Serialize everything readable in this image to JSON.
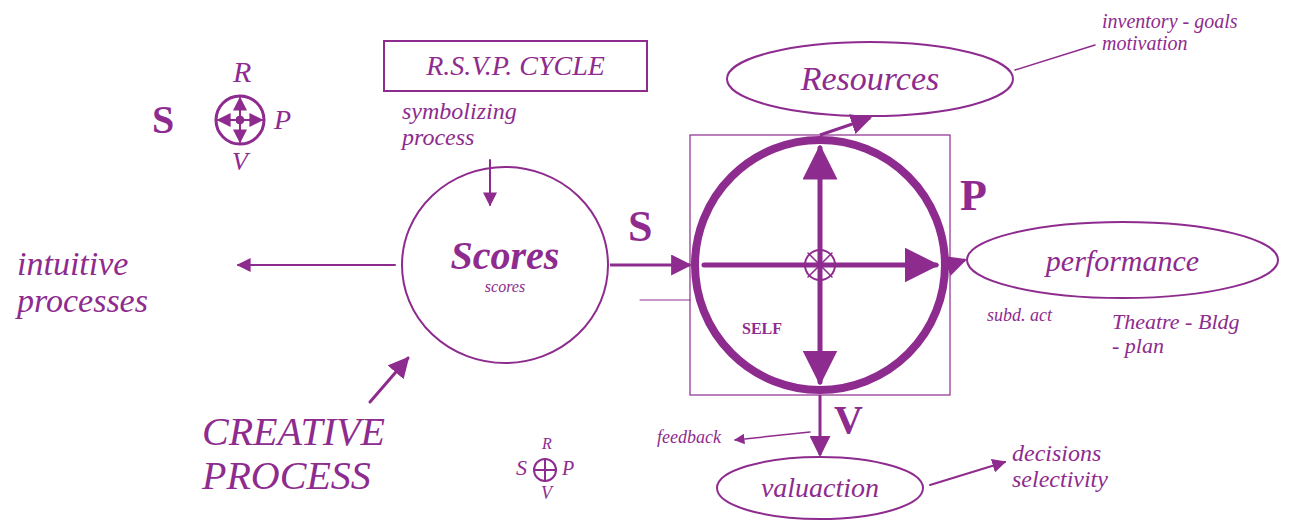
{
  "diagram": {
    "nodes": [
      {
        "text": [
          "R.S.V.P. CYCLE"
        ]
      },
      {
        "text": [
          "Scores",
          "scores"
        ]
      },
      {
        "text": [
          "Resources"
        ]
      },
      {
        "text": [
          "SELF"
        ]
      },
      {
        "text": [
          "performance"
        ]
      },
      {
        "text": [
          "valuaction"
        ]
      }
    ],
    "edges": [
      {
        "from": 1,
        "to": 3,
        "arrow": "to"
      },
      {
        "from": 3,
        "to": 2,
        "arrow": "to"
      },
      {
        "from": 3,
        "to": 4,
        "arrow": "to"
      },
      {
        "from": 3,
        "to": 5,
        "arrow": "to"
      }
    ],
    "labels": [
      "R",
      "S",
      "P",
      "V",
      "symbolizing process",
      "intuitive processes",
      "CREATIVE PROCESS",
      "S",
      "R",
      "P",
      "V",
      "S",
      "P",
      "V",
      "inventory - goals motivation",
      "feedback",
      "decisions selectivity",
      "subd. act",
      "Theatre - Bldg - plan"
    ]
  }
}
